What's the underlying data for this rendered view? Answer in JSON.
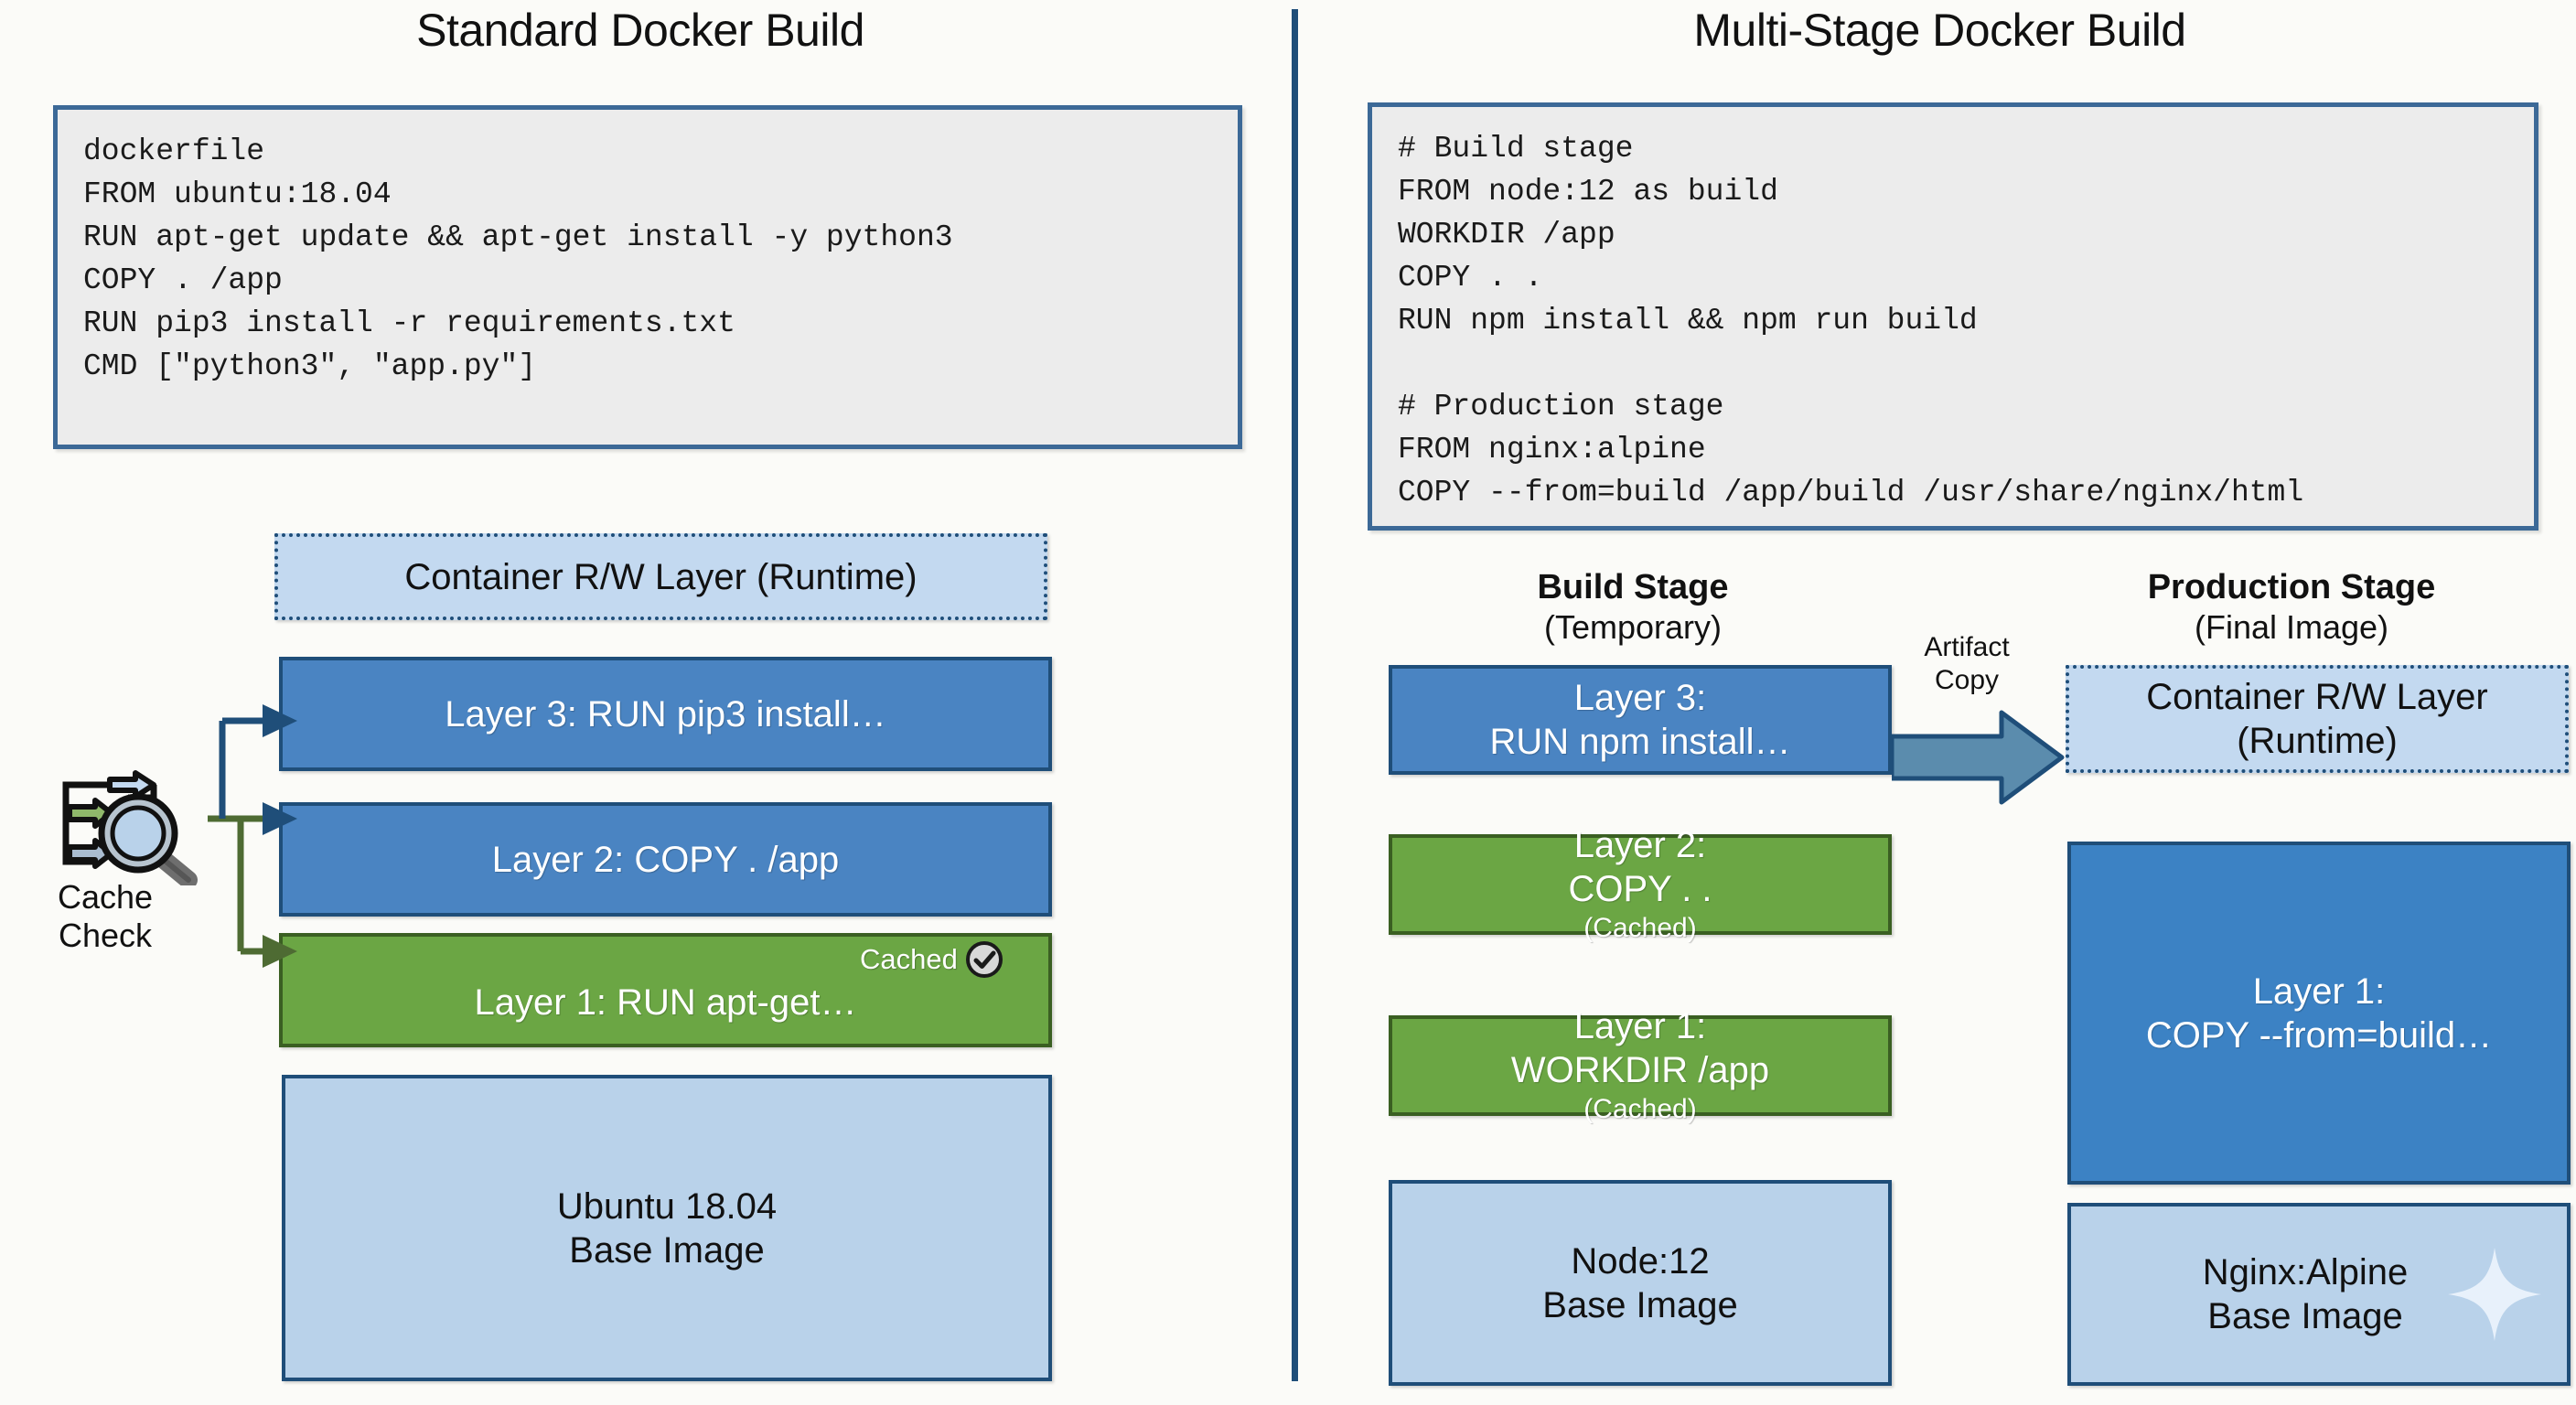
{
  "left_panel": {
    "title": "Standard Docker Build",
    "code": "dockerfile\nFROM ubuntu:18.04\nRUN apt-get update && apt-get install -y python3\nCOPY . /app\nRUN pip3 install -r requirements.txt\nCMD [\"python3\", \"app.py\"]",
    "cache_check": {
      "line1": "Cache",
      "line2": "Check",
      "icon": "magnifier-arrows-icon"
    },
    "layers": [
      {
        "label": "Container R/W Layer (Runtime)",
        "kind": "rw"
      },
      {
        "label": "Layer 3: RUN pip3 install…",
        "kind": "blue"
      },
      {
        "label": "Layer 2: COPY . /app",
        "kind": "blue"
      },
      {
        "label": "Layer 1: RUN apt-get…",
        "kind": "green",
        "badge": "Cached",
        "badge_icon": "check-circle-icon"
      },
      {
        "label": "Ubuntu 18.04",
        "label2": "Base Image",
        "kind": "base"
      }
    ]
  },
  "right_panel": {
    "title": "Multi-Stage Docker Build",
    "code": "# Build stage\nFROM node:12 as build\nWORKDIR /app\nCOPY . .\nRUN npm install && npm run build\n\n# Production stage\nFROM nginx:alpine\nCOPY --from=build /app/build /usr/share/nginx/html",
    "build_stage": {
      "heading": "Build Stage",
      "subheading": "(Temporary)",
      "layers": [
        {
          "label": "Layer 3:",
          "label2": "RUN npm install…",
          "kind": "blue"
        },
        {
          "label": "Layer 2:",
          "label2": "COPY . .",
          "sub": "(Cached)",
          "kind": "green"
        },
        {
          "label": "Layer 1:",
          "label2": "WORKDIR /app",
          "sub": "(Cached)",
          "kind": "green"
        },
        {
          "label": "Node:12",
          "label2": "Base Image",
          "kind": "base"
        }
      ]
    },
    "artifact_copy": {
      "line1": "Artifact",
      "line2": "Copy",
      "icon": "arrow-right-block-icon"
    },
    "production_stage": {
      "heading": "Production Stage",
      "subheading": "(Final Image)",
      "layers": [
        {
          "label": "Container R/W Layer",
          "label2": "(Runtime)",
          "kind": "rw"
        },
        {
          "label": "Layer 1:",
          "label2": "COPY --from=build…",
          "kind": "blue"
        },
        {
          "label": "Nginx:Alpine",
          "label2": "Base Image",
          "kind": "base",
          "decoration": "sparkle-icon"
        }
      ]
    }
  },
  "colors": {
    "accent_blue": "#1f4e79",
    "layer_blue": "#4a84c2",
    "layer_green": "#6ba644",
    "base_blue": "#b9d2ea",
    "rw_blue": "#c3d9f0",
    "code_bg": "#ececec",
    "page_bg": "#fbfbf8",
    "arrow_blue": "#4a7fa5",
    "arrow_green": "#4e6b33"
  }
}
